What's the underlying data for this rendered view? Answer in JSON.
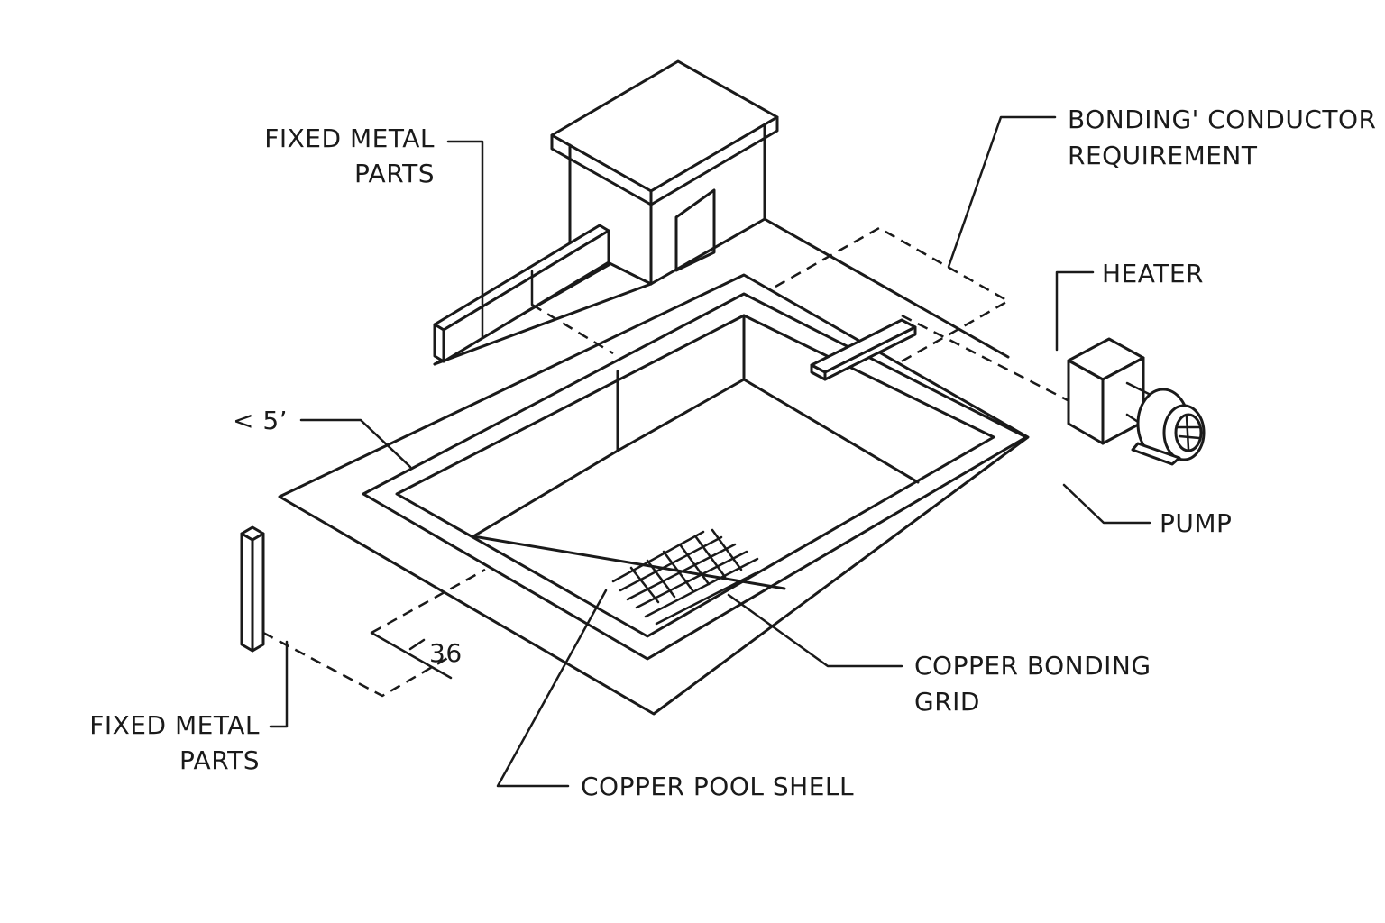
{
  "labels": {
    "fixed_metal_parts_top": [
      "FIXED METAL",
      "PARTS"
    ],
    "bonding_conductor": [
      "BONDING' CONDUCTOR",
      "REQUIREMENT"
    ],
    "heater": "HEATER",
    "distance": "< 5’",
    "pump": "PUMP",
    "dimension_36": "36",
    "copper_bonding_grid": [
      "COPPER BONDING",
      "GRID"
    ],
    "fixed_metal_parts_bottom": [
      "FIXED METAL",
      "PARTS"
    ],
    "copper_pool_shell": "COPPER POOL SHELL"
  }
}
